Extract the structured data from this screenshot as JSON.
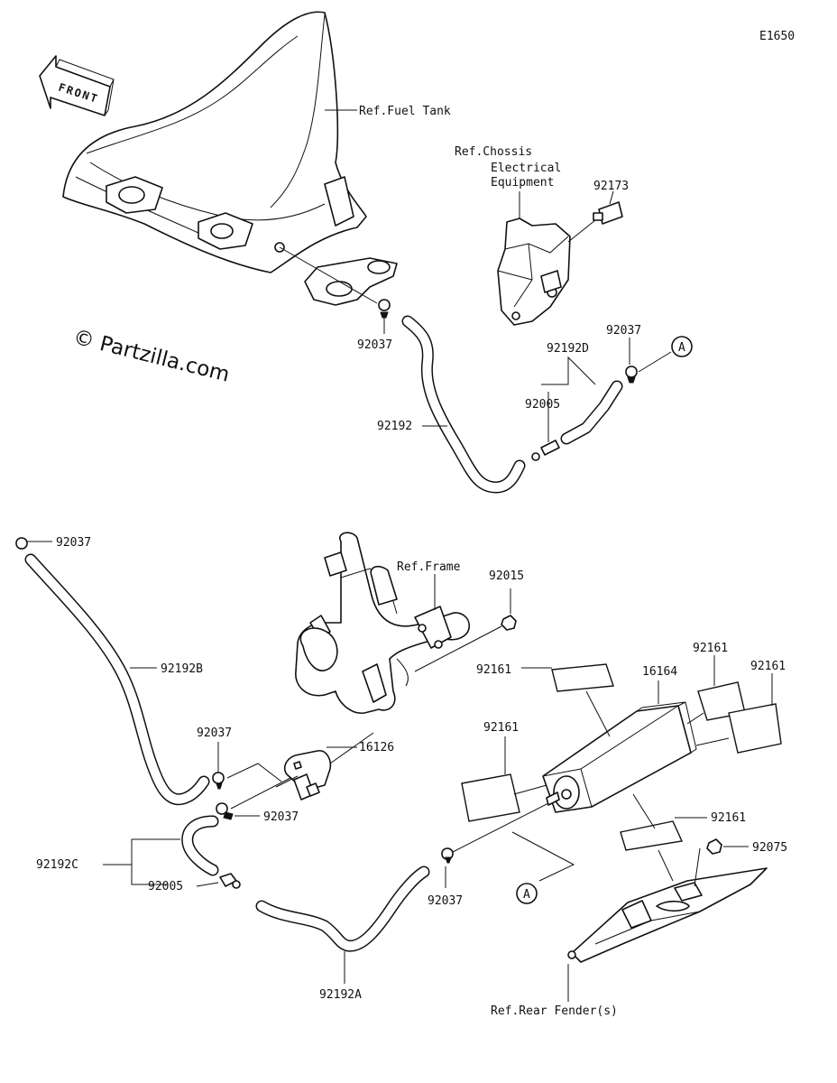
{
  "diagram_code": "E1650",
  "watermark": "© Partzilla.com",
  "front_marker": "FRONT",
  "refs": {
    "fuel_tank": "Ref.Fuel Tank",
    "chassis_line1": "Ref.Chossis",
    "chassis_line2": "Electrical",
    "chassis_line3": "Equipment",
    "frame": "Ref.Frame",
    "rear_fender": "Ref.Rear Fender(s)"
  },
  "callout_A": "A",
  "parts": {
    "p92037": "92037",
    "p92173": "92173",
    "p92192D": "92192D",
    "p92005": "92005",
    "p92192": "92192",
    "p92192B": "92192B",
    "p92015": "92015",
    "p16126": "16126",
    "p92192C": "92192C",
    "p92192A": "92192A",
    "p16164": "16164",
    "p92161": "92161",
    "p92075": "92075"
  }
}
